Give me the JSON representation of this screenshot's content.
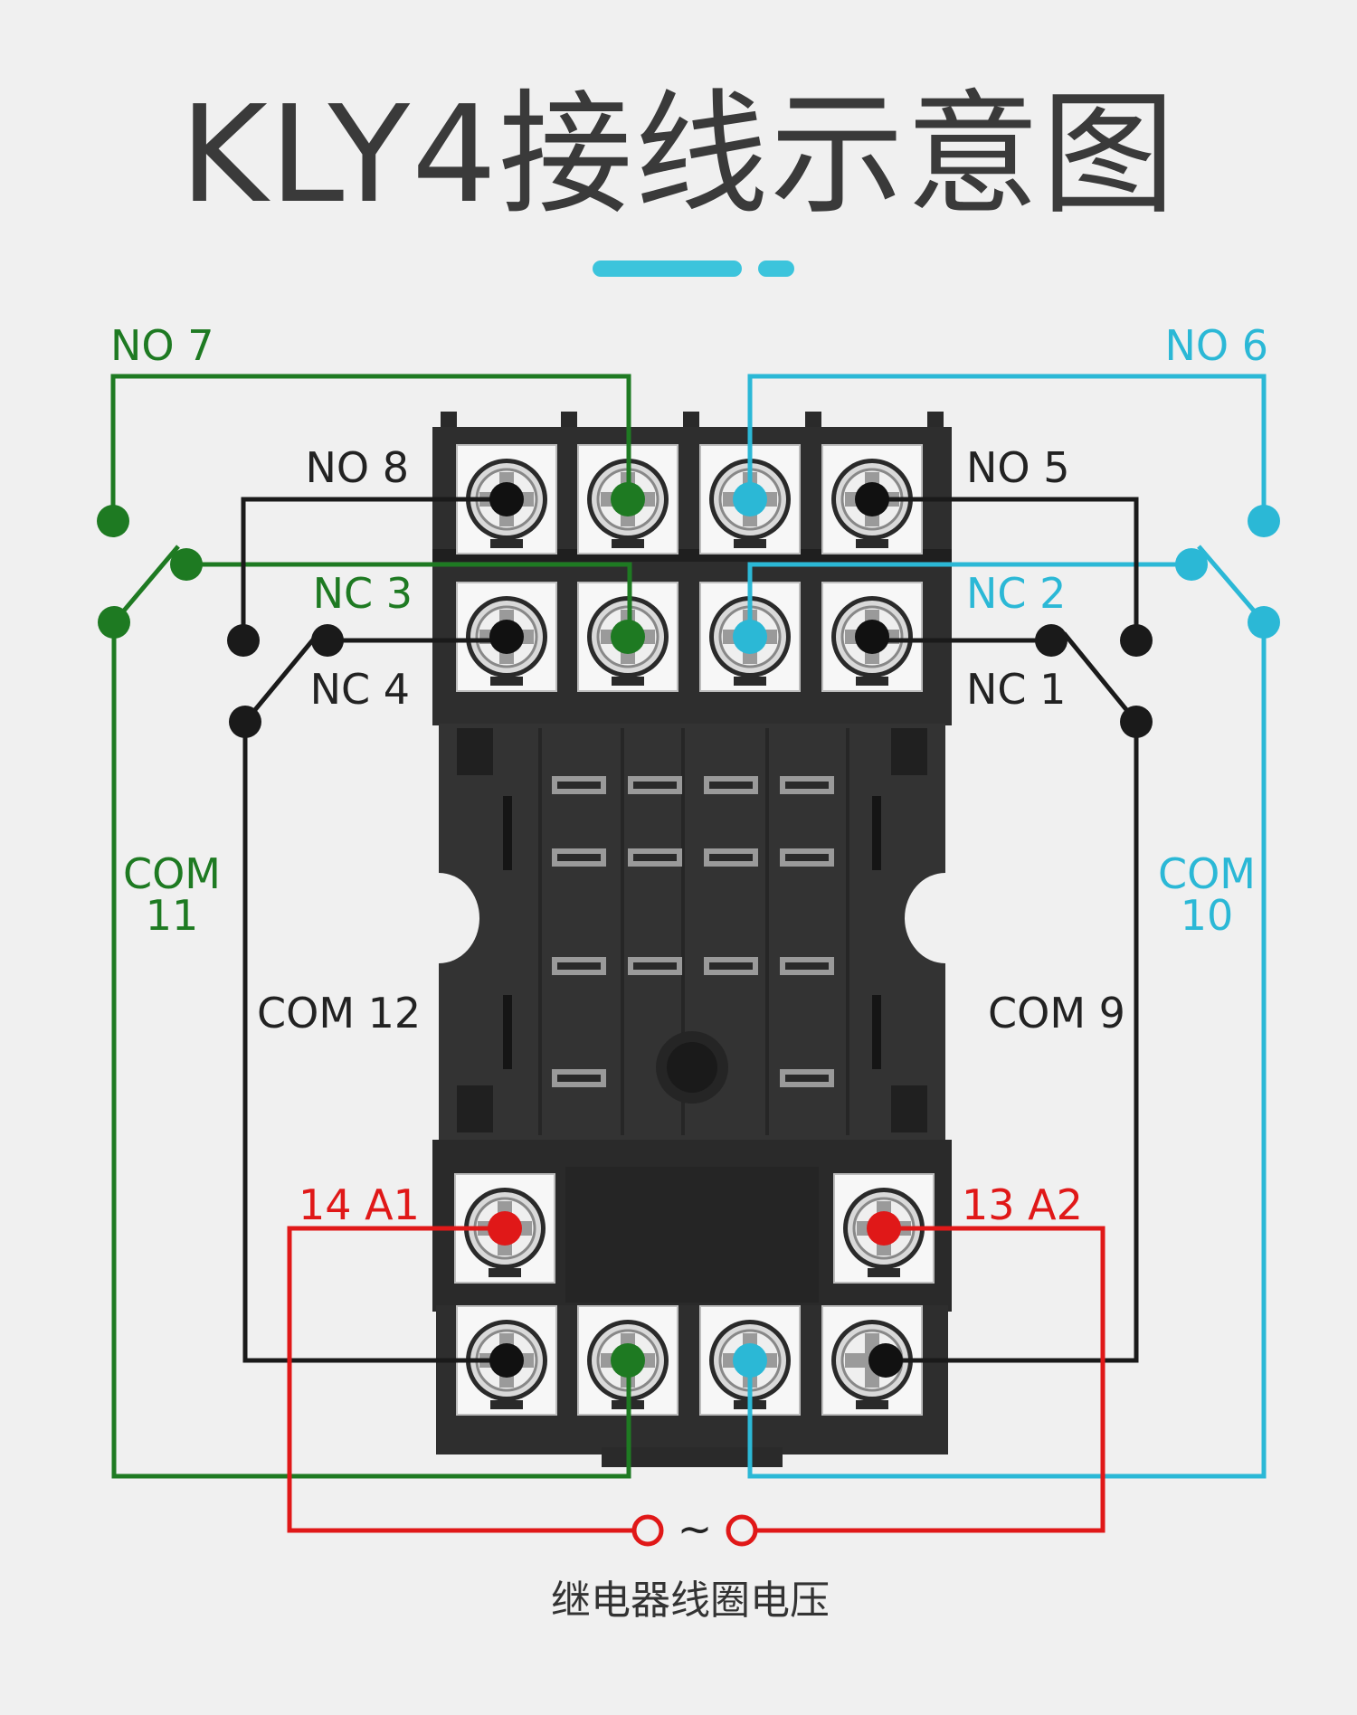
{
  "title": "KLY4接线示意图",
  "labels": {
    "no7": "NO 7",
    "no6": "NO 6",
    "no8": "NO 8",
    "no5": "NO 5",
    "nc3": "NC 3",
    "nc2": "NC 2",
    "nc4": "NC 4",
    "nc1": "NC 1",
    "com11_line1": "COM",
    "com11_line2": "11",
    "com10_line1": "COM",
    "com10_line2": "10",
    "com12": "COM 12",
    "com9": "COM 9",
    "a1": "14 A1",
    "a2": "13 A2"
  },
  "coil_symbol": "~",
  "caption": "继电器线圈电压",
  "colors": {
    "background": "#f0f0f0",
    "accent_bar": "#3cc4dc",
    "wire_green": "#1e7a22",
    "wire_cyan": "#2bb8d6",
    "wire_black": "#1a1a1a",
    "wire_red": "#e01818",
    "socket_body": "#2e2e2e"
  }
}
